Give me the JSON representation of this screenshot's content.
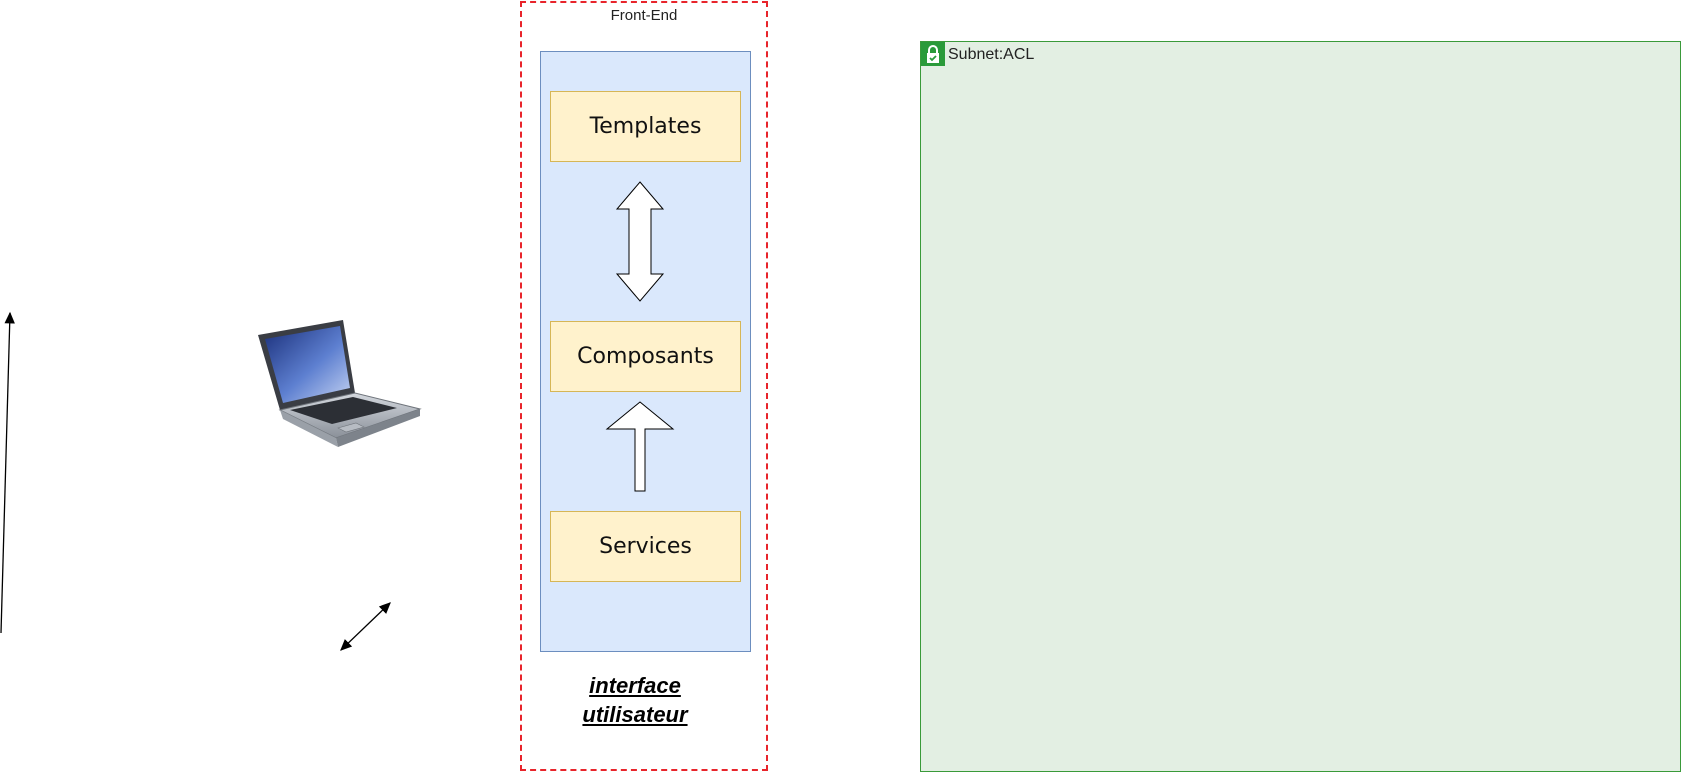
{
  "frontend": {
    "title": "Front-End",
    "boxes": {
      "templates": "Templates",
      "composants": "Composants",
      "services": "Services"
    },
    "caption": "interface utilisateur"
  },
  "subnet": {
    "title": "Subnet:ACL",
    "icon": "lock-icon"
  },
  "client": {
    "icon": "laptop-icon"
  },
  "colors": {
    "frontend_border": "#e8242b",
    "panel_fill": "#dae8fc",
    "box_fill": "#fff2cc",
    "subnet_fill": "#e3efe3",
    "subnet_border": "#3a9a3a"
  }
}
